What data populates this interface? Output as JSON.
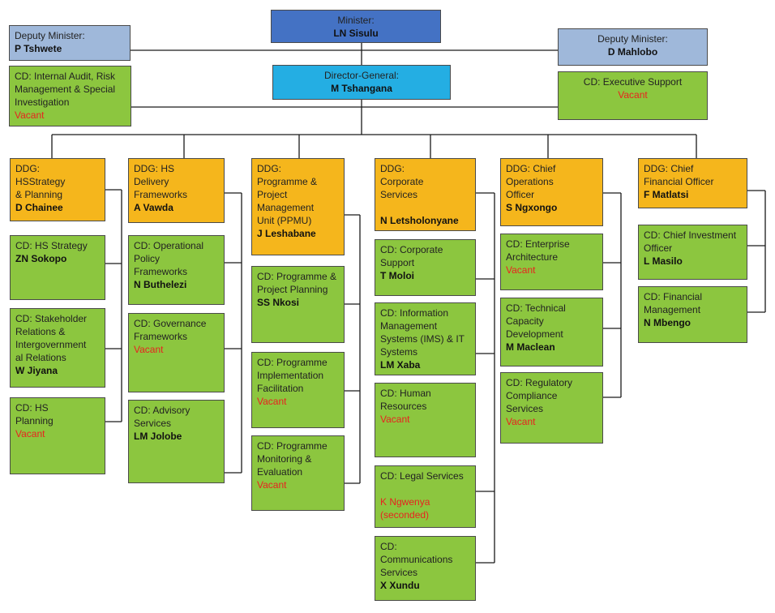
{
  "minister": {
    "title": "Minister:",
    "name": "LN Sisulu"
  },
  "deputy_left": {
    "title": "Deputy Minister:",
    "name": "P Tshwete"
  },
  "deputy_right": {
    "title": "Deputy Minister:",
    "name": "D Mahlobo"
  },
  "director_general": {
    "title": "Director-General:",
    "name": "M Tshangana"
  },
  "cd_audit": {
    "l1": "CD: Internal Audit, Risk",
    "l2": "Management & Special",
    "l3": "Investigation",
    "status": "Vacant"
  },
  "cd_exec": {
    "title": "CD: Executive Support",
    "status": "Vacant"
  },
  "col1": {
    "ddg": {
      "l1": "DDG:",
      "l2": "HSStrategy",
      "l3": "& Planning",
      "name": "D Chainee"
    },
    "cd1": {
      "l1": "CD: HS Strategy",
      "name": "ZN Sokopo"
    },
    "cd2": {
      "l1": "CD: Stakeholder",
      "l2": "Relations &",
      "l3": "Intergovernment",
      "l4": "al Relations",
      "name": "W Jiyana"
    },
    "cd3": {
      "l1": "CD: HS",
      "l2": "Planning",
      "status": "Vacant"
    }
  },
  "col2": {
    "ddg": {
      "l1": "DDG: HS",
      "l2": "Delivery",
      "l3": "Frameworks",
      "name": "A Vawda"
    },
    "cd1": {
      "l1": "CD: Operational",
      "l2": "Policy",
      "l3": "Frameworks",
      "name": "N Buthelezi"
    },
    "cd2": {
      "l1": "CD: Governance",
      "l2": "Frameworks",
      "status": "Vacant"
    },
    "cd3": {
      "l1": "CD: Advisory",
      "l2": "Services",
      "name": "LM Jolobe"
    }
  },
  "col3": {
    "ddg": {
      "l1": "DDG:",
      "l2": "Programme &",
      "l3": "Project",
      "l4": "Management",
      "l5": "Unit (PPMU)",
      "name": "J Leshabane"
    },
    "cd1": {
      "l1": "CD: Programme &",
      "l2": "Project Planning",
      "name": "SS Nkosi"
    },
    "cd2": {
      "l1": "CD: Programme",
      "l2": "Implementation",
      "l3": "Facilitation",
      "status": "Vacant"
    },
    "cd3": {
      "l1": "CD: Programme",
      "l2": "Monitoring &",
      "l3": "Evaluation",
      "status": "Vacant"
    }
  },
  "col4": {
    "ddg": {
      "l1": "DDG:",
      "l2": "Corporate",
      "l3": "Services",
      "name": "N Letsholonyane"
    },
    "cd1": {
      "l1": "CD: Corporate",
      "l2": "Support",
      "name": "T Moloi"
    },
    "cd2": {
      "l1": "CD: Information",
      "l2": "Management",
      "l3": "Systems (IMS) & IT",
      "l4": "Systems",
      "name": "LM Xaba"
    },
    "cd3": {
      "l1": "CD: Human",
      "l2": "Resources",
      "status": "Vacant"
    },
    "cd4": {
      "l1": "CD: Legal Services",
      "status": "K Ngwenya",
      "status2": "(seconded)"
    },
    "cd5": {
      "l1": "CD:",
      "l2": "Communications",
      "l3": "Services",
      "name": "X Xundu"
    }
  },
  "col5": {
    "ddg": {
      "l1": "DDG: Chief",
      "l2": "Operations",
      "l3": "Officer",
      "name": "S Ngxongo"
    },
    "cd1": {
      "l1": "CD: Enterprise",
      "l2": "Architecture",
      "status": "Vacant"
    },
    "cd2": {
      "l1": "CD: Technical",
      "l2": "Capacity",
      "l3": "Development",
      "name": "M Maclean"
    },
    "cd3": {
      "l1": "CD: Regulatory",
      "l2": "Compliance",
      "l3": "Services",
      "status": "Vacant"
    }
  },
  "col6": {
    "ddg": {
      "l1": "DDG: Chief",
      "l2": "Financial Officer",
      "name": "F Matlatsi"
    },
    "cd1": {
      "l1": "CD: Chief Investment",
      "l2": "Officer",
      "name": "L Masilo"
    },
    "cd2": {
      "l1": "CD: Financial",
      "l2": "Management",
      "name": "N Mbengo"
    }
  }
}
